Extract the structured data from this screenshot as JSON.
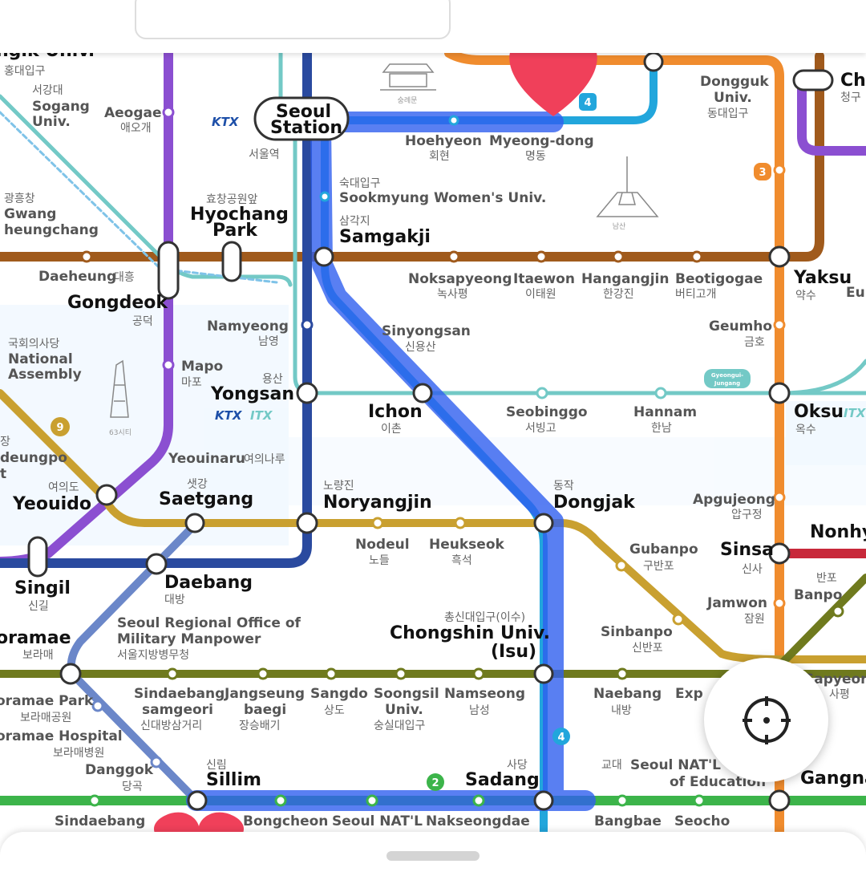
{
  "stations": {
    "hongdae_ko": "홍대입구",
    "sogang": [
      "서강대",
      "Sogang",
      "Univ."
    ],
    "aeogae": [
      "Aeogae",
      "애오개"
    ],
    "seoul_station": [
      "Seoul",
      "Station",
      "서울역"
    ],
    "hoehyeon": [
      "Hoehyeon",
      "회현"
    ],
    "myeongdong": [
      "Myeong-dong",
      "명동"
    ],
    "dongguk": [
      "Dongguk",
      "Univ.",
      "동대입구"
    ],
    "cheonggu": [
      "Che",
      "청구"
    ],
    "sookmyung": [
      "숙대입구",
      "Sookmyung Women's Univ."
    ],
    "gwangheungchang": [
      "광흥창",
      "Gwang",
      "heungchang"
    ],
    "hyochang": [
      "효창공원앞",
      "Hyochang",
      "Park"
    ],
    "samgakji": [
      "삼각지",
      "Samgakji"
    ],
    "daeheung": [
      "Daeheung",
      "대흥"
    ],
    "noksapyeong": [
      "Noksapyeong",
      "녹사평"
    ],
    "itaewon": [
      "Itaewon",
      "이태원"
    ],
    "hangangjin": [
      "Hangangjin",
      "한강진"
    ],
    "beotigogae": [
      "Beotigogae",
      "버티고개"
    ],
    "yaksu": [
      "Yaksu",
      "약수"
    ],
    "eu": "Eu",
    "gongdeok": [
      "Gongdeok",
      "공덕"
    ],
    "namyeong": [
      "Namyeong",
      "남영"
    ],
    "sinyongsan": [
      "Sinyongsan",
      "신용산"
    ],
    "geumho": [
      "Geumho",
      "금호"
    ],
    "national_assembly": [
      "국회의사당",
      "National",
      "Assembly"
    ],
    "mapo": [
      "Mapo",
      "마포"
    ],
    "yongsan": [
      "용산",
      "Yongsan"
    ],
    "ichon": [
      "Ichon",
      "이촌"
    ],
    "seobinggo": [
      "Seobinggo",
      "서빙고"
    ],
    "hannam": [
      "Hannam",
      "한남"
    ],
    "oksu": [
      "Oksu",
      "옥수"
    ],
    "yeouido_left": [
      "장",
      "deungpo",
      "t"
    ],
    "yeouinaru": [
      "Yeouinaru",
      "여의나루"
    ],
    "yeouido": [
      "여의도",
      "Yeouido"
    ],
    "saetgang": [
      "샛강",
      "Saetgang"
    ],
    "noryangjin": [
      "노량진",
      "Noryangjin"
    ],
    "dongjak": [
      "동작",
      "Dongjak"
    ],
    "apgujeong": [
      "Apgujeong",
      "압구정"
    ],
    "nonhyeon": "Nonhy",
    "nodeul": [
      "Nodeul",
      "노들"
    ],
    "heukseok": [
      "Heukseok",
      "흑석"
    ],
    "gubanpo": [
      "Gubanpo",
      "구반포"
    ],
    "sinsa": [
      "Sinsa",
      "신사"
    ],
    "banpo": [
      "반포",
      "Banpo"
    ],
    "singil": [
      "Singil",
      "신길"
    ],
    "daebang": [
      "Daebang",
      "대방"
    ],
    "jamwon": [
      "Jamwon",
      "잠원"
    ],
    "boramae": [
      "oramae",
      "보라매"
    ],
    "military": [
      "Seoul Regional Office of",
      "Military Manpower",
      "서울지방병무청"
    ],
    "chongshin": [
      "총신대입구(이수)",
      "Chongshin Univ.",
      "(Isu)"
    ],
    "sinbanpo": [
      "Sinbanpo",
      "신반포"
    ],
    "sapyeong": [
      "Sapyeon",
      "사평"
    ],
    "boramae_park": [
      "oramae Park",
      "보라매공원"
    ],
    "sindaebang_samgeori": [
      "Sindaebang",
      "samgeori",
      "신대방삼거리"
    ],
    "jangseung": [
      "Jangseung",
      "baegi",
      "장승배기"
    ],
    "sangdo": [
      "Sangdo",
      "상도"
    ],
    "soongsil": [
      "Soongsil",
      "Univ.",
      "숭실대입구"
    ],
    "namseong": [
      "Namseong",
      "남성"
    ],
    "naebang": [
      "Naebang",
      "내방"
    ],
    "express": "Exp",
    "boramae_hospital": [
      "oramae Hospital",
      "보라매병원"
    ],
    "danggok": [
      "Danggok",
      "당곡"
    ],
    "sillim": [
      "신림",
      "Sillim"
    ],
    "sadang": [
      "사당",
      "Sadang"
    ],
    "education": [
      "교대",
      "Seoul NAT'L",
      "of Education"
    ],
    "gangnam": "Gangna",
    "sindaebang": "Sindaebang",
    "bongcheon": "Bongcheon",
    "seoulnatl": "Seoul NAT'L",
    "nakseongdae": "Nakseongdae",
    "bangbae": "Bangbae",
    "seocho": "Seocho",
    "top_left": "ngik Univ."
  },
  "landmarks": {
    "sungnyemun": "숭례문",
    "namsan": "남산",
    "building63": "63시티",
    "gyeongui": [
      "Gyeongui-",
      "Jungang"
    ],
    "ktx": "KTX",
    "itx": "ITX"
  },
  "line_badges": {
    "line4_top": "4",
    "line3": "3",
    "line9": "9",
    "line2": "2",
    "line4_bottom": "4"
  },
  "colors": {
    "line1": "#2a4a9f",
    "line2": "#3cb44a",
    "line3": "#f08c2e",
    "line4": "#22a6dc",
    "line5": "#8b4fd1",
    "line6": "#a05a1c",
    "line7": "#6f7a1e",
    "line9": "#c9a030",
    "gyeongui": "#73c9c6",
    "sinbundang": "#c8283a",
    "sillim_line": "#6b87c9",
    "route": "#2f5fef",
    "heart": "#f0405a"
  },
  "ui": {
    "locate_icon": "crosshair-icon",
    "favorite_icon": "heart-icon"
  }
}
